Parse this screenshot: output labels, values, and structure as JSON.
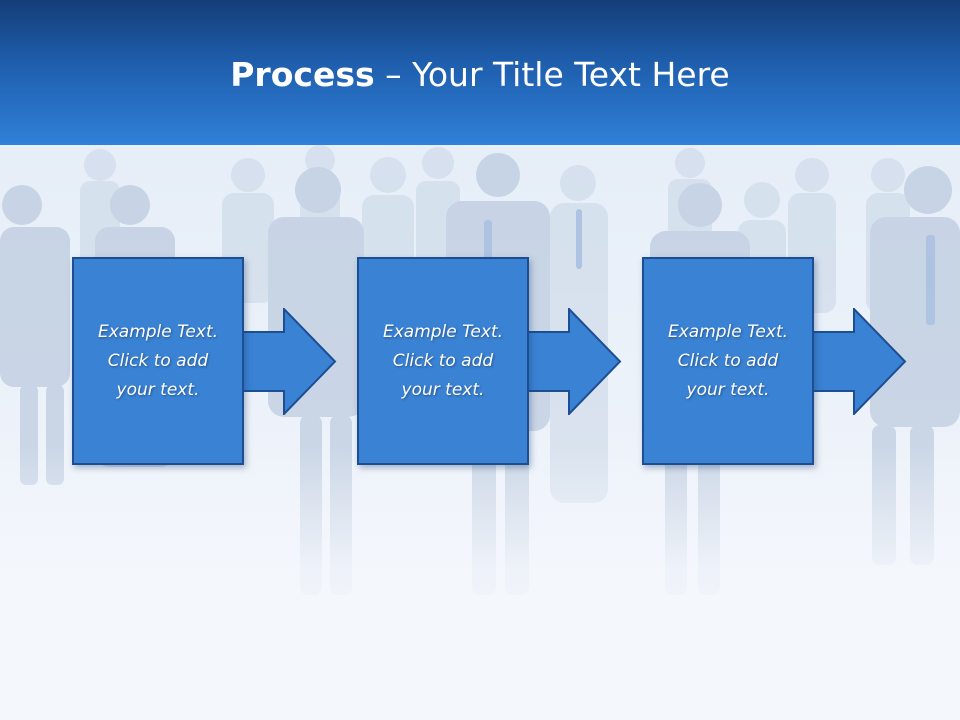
{
  "slide": {
    "title_bold": "Process",
    "title_rest": " – Your Title Text Here"
  },
  "steps": [
    {
      "text": "Example Text.\nClick  to add\nyour text."
    },
    {
      "text": "Example Text.\nClick  to add\nyour text."
    },
    {
      "text": "Example Text.\nClick  to add\nyour text."
    }
  ],
  "colors": {
    "header_top": "#143d78",
    "header_bottom": "#2f80d8",
    "box_fill": "#3a82d4",
    "box_border": "#1d4e92",
    "text": "#ffffff"
  },
  "background_image": "business-people-walking-photo"
}
